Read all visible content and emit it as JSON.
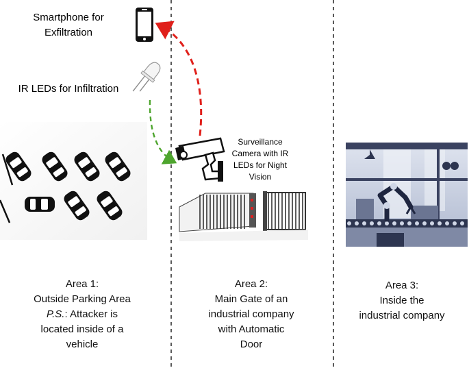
{
  "labels": {
    "smartphone": [
      "Smartphone for",
      "Exfiltration"
    ],
    "ir_leds": "IR LEDs for Infiltration",
    "camera": [
      "Surveillance",
      "Camera with IR",
      "LEDs for Night",
      "Vision"
    ]
  },
  "areas": [
    {
      "lines": [
        "Area 1:",
        "Outside Parking Area"
      ],
      "ps_prefix": "P.S.",
      "ps_rest": ": Attacker is",
      "tail": [
        "located inside of a",
        "vehicle"
      ]
    },
    {
      "lines": [
        "Area 2:",
        "Main Gate of an",
        "industrial company",
        "with Automatic",
        "Door"
      ]
    },
    {
      "lines": [
        "Area 3:",
        "Inside the",
        "industrial company"
      ]
    }
  ],
  "colors": {
    "exfiltration_arrow": "#e0201b",
    "infiltration_arrow": "#4ea52e",
    "divider": "#222222",
    "factory_bg": "#cfd6e6",
    "factory_dark": "#2d3550"
  }
}
